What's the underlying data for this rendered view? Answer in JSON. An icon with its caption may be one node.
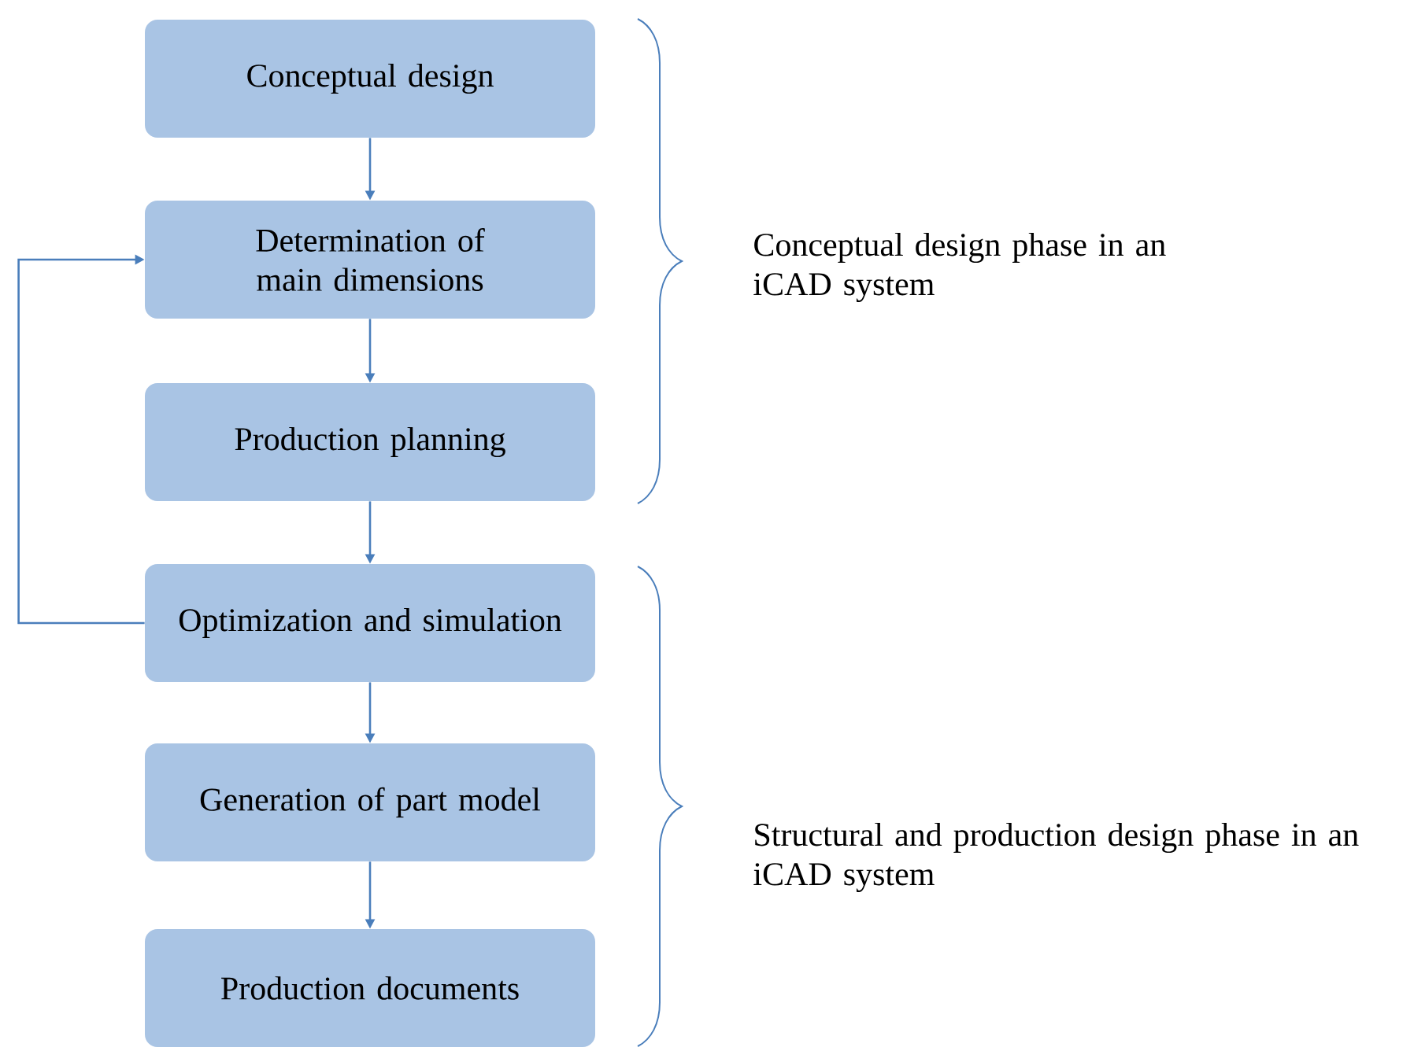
{
  "diagram": {
    "nodes": [
      {
        "text": [
          "Conceptual design"
        ]
      },
      {
        "text": [
          "Determination of main dimensions"
        ]
      },
      {
        "text": [
          "Production planning"
        ]
      },
      {
        "text": [
          "Optimization and simulation"
        ]
      },
      {
        "text": [
          "Generation of part model"
        ]
      },
      {
        "text": [
          "Production documents"
        ]
      }
    ],
    "edges": [
      {
        "from": 0,
        "to": 1,
        "arrow": "to"
      },
      {
        "from": 1,
        "to": 2,
        "arrow": "to"
      },
      {
        "from": 2,
        "to": 3,
        "arrow": "to"
      },
      {
        "from": 3,
        "to": 4,
        "arrow": "to"
      },
      {
        "from": 4,
        "to": 5,
        "arrow": "to"
      },
      {
        "from": 3,
        "to": 1,
        "arrow": "to"
      }
    ],
    "labels": [
      "Conceptual design phase in an iCAD system",
      "Structural and production design phase in an iCAD system"
    ]
  }
}
